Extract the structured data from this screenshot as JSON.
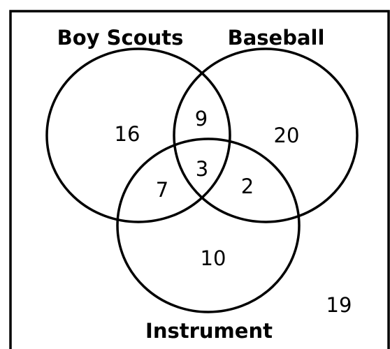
{
  "sets": {
    "boy_scouts": "Boy Scouts",
    "baseball": "Baseball",
    "instrument": "Instrument"
  },
  "regions": {
    "boy_scouts_only": "16",
    "baseball_only": "20",
    "instrument_only": "10",
    "boy_scouts_and_baseball_only": "9",
    "boy_scouts_and_instrument_only": "7",
    "baseball_and_instrument_only": "2",
    "all_three": "3",
    "none": "19"
  },
  "colors": {
    "stroke": "#000000",
    "background": "#ffffff"
  }
}
